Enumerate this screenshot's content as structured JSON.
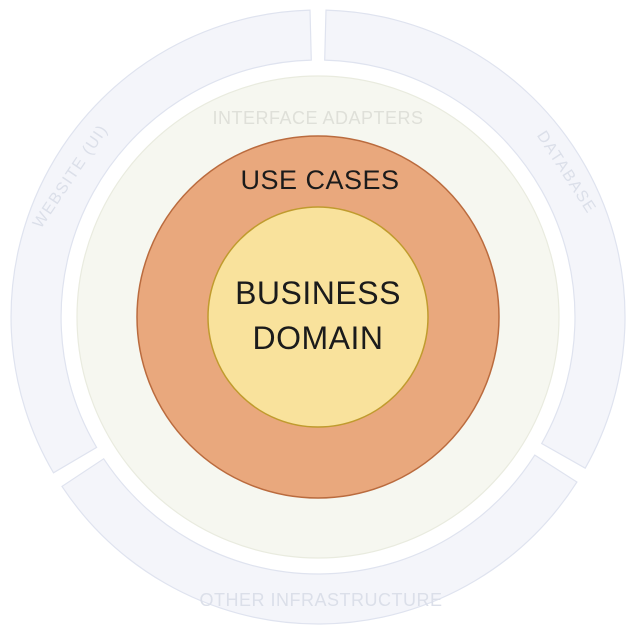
{
  "diagram": {
    "outer_ring": {
      "segments": [
        {
          "id": "website-ui",
          "label": "WEBSITE (UI)"
        },
        {
          "id": "database",
          "label": "DATABASE"
        },
        {
          "id": "other-infrastructure",
          "label": "OTHER INFRASTRUCTURE"
        }
      ]
    },
    "interface_adapters": {
      "label": "INTERFACE ADAPTERS"
    },
    "use_cases": {
      "label": "USE CASES"
    },
    "business_domain": {
      "lines": [
        "BUSINESS",
        "DOMAIN"
      ]
    }
  },
  "colors": {
    "background": "#ffffff",
    "outer_ring_fill": "#f4f5fa",
    "outer_ring_stroke": "#dfe3ef",
    "outer_ring_label_text": "#dbdfe9",
    "adapters_fill": "#f6f7f0",
    "adapters_stroke": "#e9ebdf",
    "adapters_label_text": "#dfe0d9",
    "use_cases_fill": "#e9a87d",
    "use_cases_stroke": "#ba6b3e",
    "business_domain_fill": "#f9e29c",
    "business_domain_stroke": "#c09b2e",
    "core_text": "#1b1b1b"
  }
}
